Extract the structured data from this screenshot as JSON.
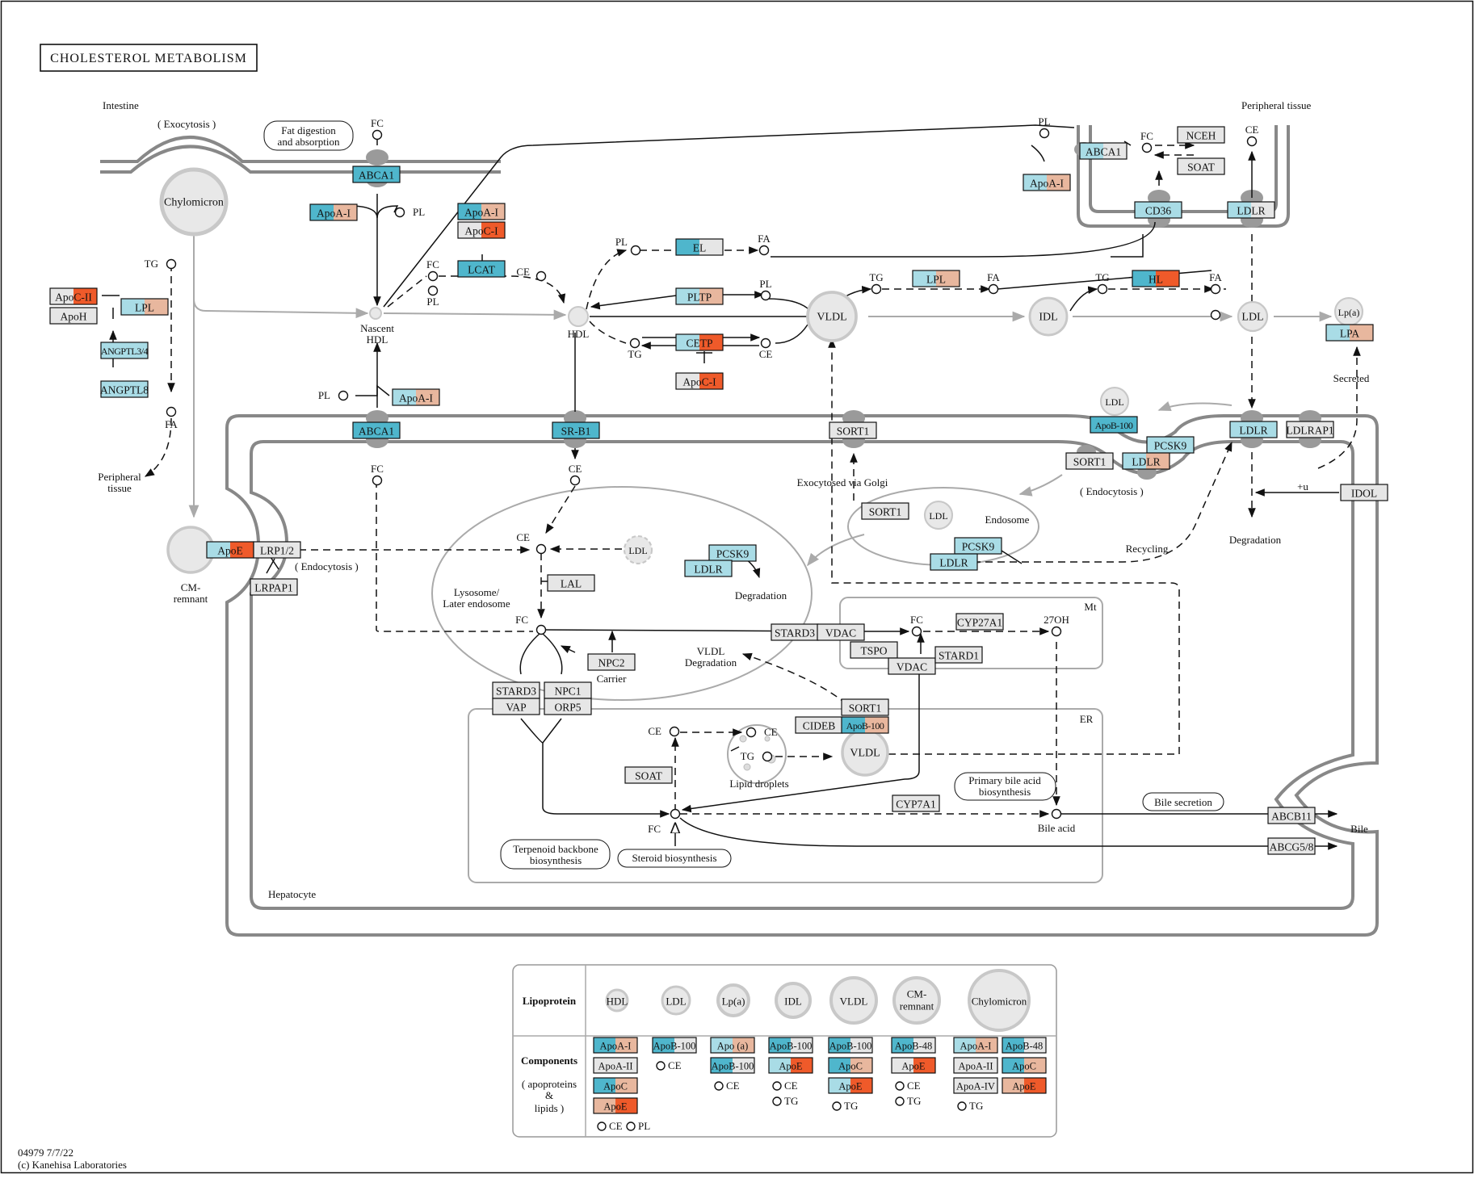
{
  "title": "CHOLESTEROL METABOLISM",
  "footer": {
    "id_date": "04979 7/7/22",
    "copyright": "(c) Kanehisa Laboratories"
  },
  "colors": {
    "cyan": "#4fb6cc",
    "light_cyan": "#a9dce6",
    "orange": "#ef5a2a",
    "light_orange": "#e8b79e",
    "gray_fill": "#e6e6e6",
    "membrane": "#808080",
    "lipoprotein": "#d9d9d9"
  },
  "labels": {
    "intestine": "Intestine",
    "exocytosis": "( Exocytosis )",
    "fat_digestion": [
      "Fat digestion",
      "and absorption"
    ],
    "peripheral_tissue_top": "Peripheral tissue",
    "peripheral_tissue_left": [
      "Peripheral",
      "tissue"
    ],
    "nascent_hdl": [
      "Nascent",
      "HDL"
    ],
    "hdl": "HDL",
    "cm_remnant": [
      "CM-",
      "remnant"
    ],
    "endocytosis_left": "( Endocytosis )",
    "endocytosis_right": "( Endocytosis )",
    "lysosome": [
      "Lysosome/",
      "Later endosome"
    ],
    "carrier": "Carrier",
    "degradation_1": "Degradation",
    "degradation_2": "Degradation",
    "vldl_degradation": [
      "VLDL",
      "Degradation"
    ],
    "exocytosed": "Exocytosed via Golgi",
    "endosome": "Endosome",
    "recycling": "Recycling",
    "secreted": "Secreted",
    "plus_u": "+u",
    "mt": "Mt",
    "er": "ER",
    "lipid_droplets": "Lipid droplets",
    "primary_bile": [
      "Primary bile acid",
      "biosynthesis"
    ],
    "bile_secretion": "Bile secretion",
    "bile": "Bile",
    "bile_acid": "Bile acid",
    "terpenoid": [
      "Terpenoid backbone",
      "biosynthesis"
    ],
    "steroid": "Steroid biosynthesis",
    "hepatocyte": "Hepatocyte"
  },
  "compounds": {
    "FC": "FC",
    "PL": "PL",
    "TG": "TG",
    "FA": "FA",
    "CE": "CE",
    "OH27": "27OH"
  },
  "lipoproteins": {
    "chylomicron": "Chylomicron",
    "nascent": "",
    "hdl": "",
    "vldl": "VLDL",
    "idl": "IDL",
    "ldl": "LDL",
    "lpa": "Lp(a)",
    "cm_remnant": "",
    "ldl_pit": "LDL",
    "ldl_endo": "LDL",
    "ldl_lys": "LDL",
    "vldl_er": "VLDL"
  },
  "genes": [
    {
      "id": "abca1_int",
      "label": "ABCA1",
      "fill": "c"
    },
    {
      "id": "apoa1_int",
      "label": "ApoA-I",
      "fill": "c-lo"
    },
    {
      "id": "apoa1_lcat",
      "label": "ApoA-I",
      "fill": "c-lo"
    },
    {
      "id": "apoc1_lcat",
      "label": "ApoC-I",
      "fill": "g-o"
    },
    {
      "id": "lcat",
      "label": "LCAT",
      "fill": "c"
    },
    {
      "id": "apoc2",
      "label": "ApoC-II",
      "fill": "g-o"
    },
    {
      "id": "apoh",
      "label": "ApoH",
      "fill": "g"
    },
    {
      "id": "lpl_left",
      "label": "LPL",
      "fill": "lc-lo"
    },
    {
      "id": "angptl34",
      "label": "ANGPTL3/4",
      "fill": "lc"
    },
    {
      "id": "angptl8",
      "label": "ANGPTL8",
      "fill": "lc"
    },
    {
      "id": "el",
      "label": "EL",
      "fill": "c-g"
    },
    {
      "id": "pltp",
      "label": "PLTP",
      "fill": "lc-lo"
    },
    {
      "id": "cetp",
      "label": "CETP",
      "fill": "lc-o"
    },
    {
      "id": "apoc1_cetp",
      "label": "ApoC-I",
      "fill": "g-o"
    },
    {
      "id": "lpl_top",
      "label": "LPL",
      "fill": "lc-lo"
    },
    {
      "id": "hl",
      "label": "HL",
      "fill": "c-o"
    },
    {
      "id": "abca1_per",
      "label": "ABCA1",
      "fill": "lc-g"
    },
    {
      "id": "apoa1_per",
      "label": "ApoA-I",
      "fill": "lc-lo"
    },
    {
      "id": "nceh",
      "label": "NCEH",
      "fill": "g"
    },
    {
      "id": "soat_per",
      "label": "SOAT",
      "fill": "g"
    },
    {
      "id": "cd36",
      "label": "CD36",
      "fill": "lc"
    },
    {
      "id": "ldlr_per",
      "label": "LDLR",
      "fill": "lc-g"
    },
    {
      "id": "lpa",
      "label": "LPA",
      "fill": "lc-lo"
    },
    {
      "id": "apoa1_hep",
      "label": "ApoA-I",
      "fill": "lc-lo"
    },
    {
      "id": "abca1_hep",
      "label": "ABCA1",
      "fill": "c"
    },
    {
      "id": "srb1",
      "label": "SR-B1",
      "fill": "c"
    },
    {
      "id": "sort1_mem",
      "label": "SORT1",
      "fill": "g"
    },
    {
      "id": "apob100_pit",
      "label": "ApoB-100",
      "fill": "c"
    },
    {
      "id": "pcsk9_pit",
      "label": "PCSK9",
      "fill": "lc"
    },
    {
      "id": "sort1_pit",
      "label": "SORT1",
      "fill": "g"
    },
    {
      "id": "ldlr_pit",
      "label": "LDLR",
      "fill": "lc-lo"
    },
    {
      "id": "ldlr_mem",
      "label": "LDLR",
      "fill": "lc"
    },
    {
      "id": "ldlrap1",
      "label": "LDLRAP1",
      "fill": "g"
    },
    {
      "id": "idol",
      "label": "IDOL",
      "fill": "g"
    },
    {
      "id": "sort1_golgi",
      "label": "SORT1",
      "fill": "g"
    },
    {
      "id": "pcsk9_endo",
      "label": "PCSK9",
      "fill": "lc"
    },
    {
      "id": "ldlr_endo",
      "label": "LDLR",
      "fill": "lc"
    },
    {
      "id": "apoe_cm",
      "label": "ApoE",
      "fill": "lc-o"
    },
    {
      "id": "lrp12",
      "label": "LRP1/2",
      "fill": "g"
    },
    {
      "id": "lrpap1",
      "label": "LRPAP1",
      "fill": "g"
    },
    {
      "id": "pcsk9_lys",
      "label": "PCSK9",
      "fill": "lc"
    },
    {
      "id": "ldlr_lys",
      "label": "LDLR",
      "fill": "lc"
    },
    {
      "id": "lal",
      "label": "LAL",
      "fill": "g"
    },
    {
      "id": "npc2",
      "label": "NPC2",
      "fill": "g"
    },
    {
      "id": "stard3_a",
      "label": "STARD3",
      "fill": "g"
    },
    {
      "id": "vap",
      "label": "VAP",
      "fill": "g"
    },
    {
      "id": "npc1",
      "label": "NPC1",
      "fill": "g"
    },
    {
      "id": "orp5",
      "label": "ORP5",
      "fill": "g"
    },
    {
      "id": "stard3_b",
      "label": "STARD3",
      "fill": "g"
    },
    {
      "id": "vdac_a",
      "label": "VDAC",
      "fill": "g"
    },
    {
      "id": "tspo",
      "label": "TSPO",
      "fill": "g"
    },
    {
      "id": "vdac_b",
      "label": "VDAC",
      "fill": "g"
    },
    {
      "id": "stard1",
      "label": "STARD1",
      "fill": "g"
    },
    {
      "id": "cyp27a1",
      "label": "CYP27A1",
      "fill": "g"
    },
    {
      "id": "sort1_er",
      "label": "SORT1",
      "fill": "g"
    },
    {
      "id": "cideb",
      "label": "CIDEB",
      "fill": "g"
    },
    {
      "id": "apob100_er",
      "label": "ApoB-100",
      "fill": "c-lo"
    },
    {
      "id": "soat_er",
      "label": "SOAT",
      "fill": "g"
    },
    {
      "id": "cyp7a1",
      "label": "CYP7A1",
      "fill": "g"
    },
    {
      "id": "abcb11",
      "label": "ABCB11",
      "fill": "g"
    },
    {
      "id": "abcg58",
      "label": "ABCG5/8",
      "fill": "g"
    }
  ],
  "legend": {
    "row1_label": "Lipoprotein",
    "row2_label": "Components",
    "row2_sub": [
      "( apoproteins",
      "&",
      "lipids )"
    ],
    "lipoproteins": [
      "HDL",
      "LDL",
      "Lp(a)",
      "IDL",
      "VLDL",
      "CM-remnant",
      "Chylomicron"
    ],
    "cm_remnant_lines": [
      "CM-",
      "remnant"
    ],
    "columns": [
      {
        "boxes": [
          [
            "ApoA-I",
            "c-lo"
          ],
          [
            "ApoA-II",
            "g"
          ],
          [
            "ApoC",
            "c-lo"
          ],
          [
            "ApoE",
            "lo-o"
          ]
        ],
        "lipids": [
          "CE",
          "PL"
        ]
      },
      {
        "boxes": [
          [
            "ApoB-100",
            "c-g"
          ]
        ],
        "lipids": [
          "CE"
        ]
      },
      {
        "boxes": [
          [
            "Apo (a)",
            "lc-lo"
          ],
          [
            "ApoB-100",
            "c-g"
          ]
        ],
        "lipids": [
          "CE"
        ]
      },
      {
        "boxes": [
          [
            "ApoB-100",
            "c-g"
          ],
          [
            "ApoE",
            "lc-o"
          ]
        ],
        "lipids": [
          "CE",
          "TG"
        ]
      },
      {
        "boxes": [
          [
            "ApoB-100",
            "c-g"
          ],
          [
            "ApoC",
            "c-lo"
          ],
          [
            "ApoE",
            "lc-o"
          ]
        ],
        "lipids": [
          "TG"
        ]
      },
      {
        "boxes": [
          [
            "ApoB-48",
            "c-g"
          ],
          [
            "ApoE",
            "g-o"
          ]
        ],
        "lipids": [
          "CE",
          "TG"
        ]
      },
      {
        "boxes": [
          [
            "ApoA-I",
            "lc-lo"
          ],
          [
            "ApoA-II",
            "g"
          ],
          [
            "ApoA-IV",
            "g"
          ]
        ],
        "lipids": [
          "TG"
        ]
      },
      {
        "boxes": [
          [
            "ApoB-48",
            "c-g"
          ],
          [
            "ApoC",
            "c-lo"
          ],
          [
            "ApoE",
            "lo-o"
          ]
        ],
        "lipids": []
      }
    ]
  }
}
